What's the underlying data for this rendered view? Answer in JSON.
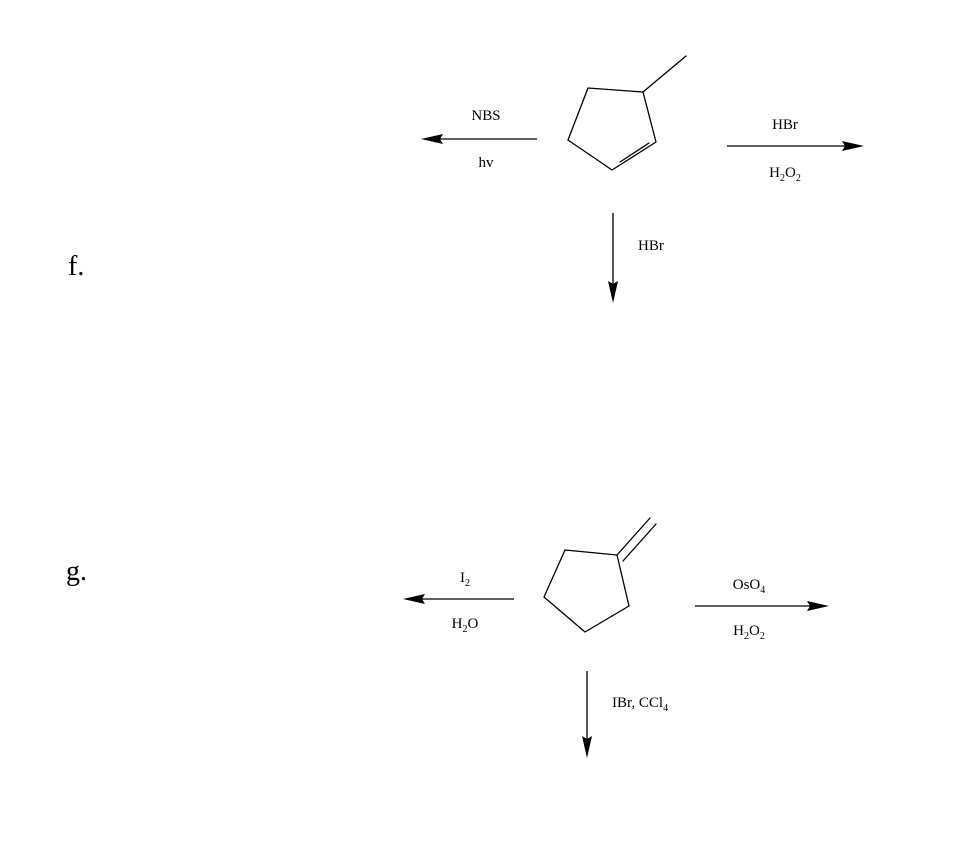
{
  "problems": [
    {
      "label": "f.",
      "starting_material": "3-methylcyclopentene",
      "reactions": {
        "left": {
          "top": "NBS",
          "bottom": "hv"
        },
        "right": {
          "top": "HBr",
          "bottom_main_1": "H",
          "bottom_sub_1": "2",
          "bottom_main_2": "O",
          "bottom_sub_2": "2"
        },
        "down": {
          "label": "HBr"
        }
      }
    },
    {
      "label": "g.",
      "starting_material": "methylenecyclopentane",
      "reactions": {
        "left": {
          "top_main": "I",
          "top_sub": "2",
          "bottom_main_1": "H",
          "bottom_sub_1": "2",
          "bottom_main_2": "O"
        },
        "right": {
          "top_main": "OsO",
          "top_sub": "4",
          "bottom_main_1": "H",
          "bottom_sub_1": "2",
          "bottom_main_2": "O",
          "bottom_sub_2": "2"
        },
        "down": {
          "label_main": "IBr, CCl",
          "label_sub": "4"
        }
      }
    }
  ]
}
